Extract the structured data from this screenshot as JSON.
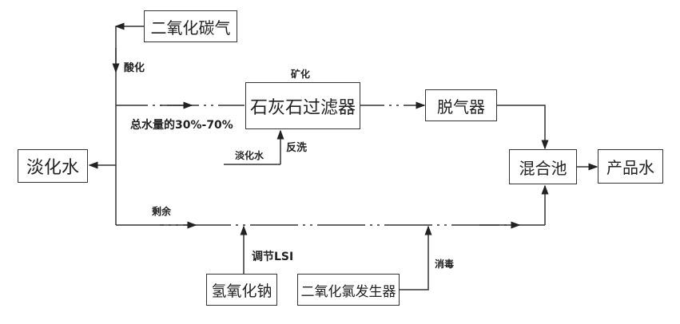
{
  "nodes": {
    "co2": "二氧化碳气",
    "desal_water": "淡化水",
    "limestone_filter": "石灰石过滤器",
    "degasser": "脱气器",
    "mixing_tank": "混合池",
    "product_water": "产品水",
    "naoh": "氢氧化钠",
    "clo2_generator": "二氧化氯发生器"
  },
  "labels": {
    "acidify": "酸化",
    "mineralize": "矿化",
    "fraction": "总水量的30%-70%",
    "backwash": "反洗",
    "backwash_water": "淡化水",
    "remainder": "剩余",
    "adjust_lsi": "调节LSI",
    "disinfect": "消毒"
  }
}
